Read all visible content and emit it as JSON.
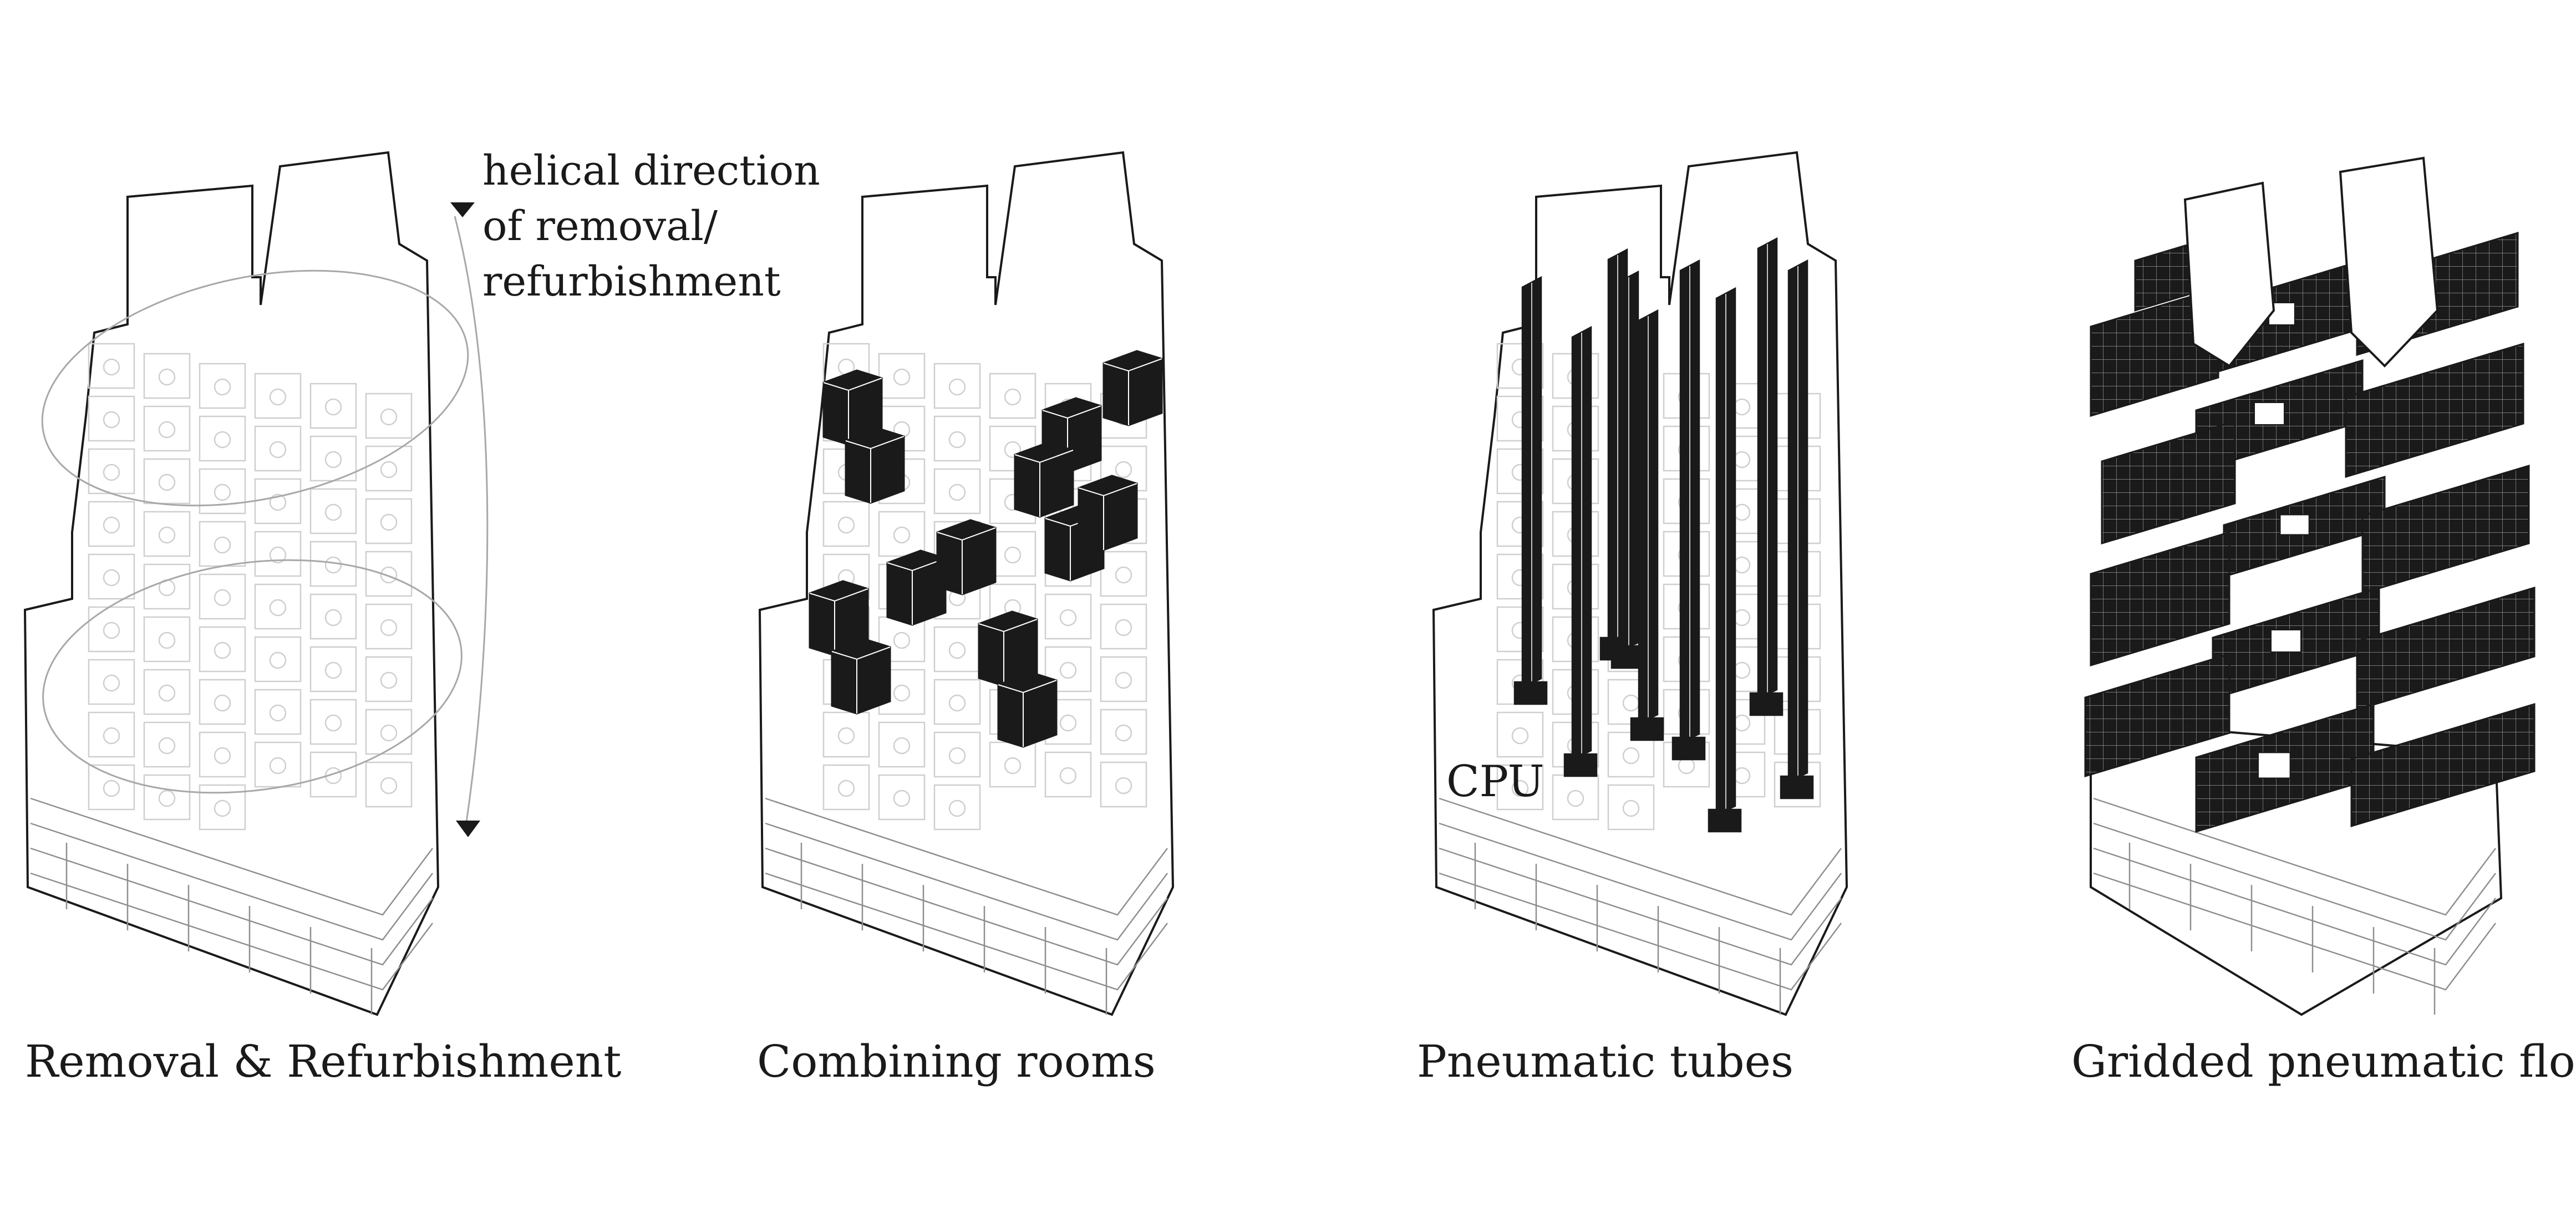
{
  "panels": [
    {
      "id": "removal",
      "caption": "Removal & Refurbishment"
    },
    {
      "id": "combining",
      "caption": "Combining rooms"
    },
    {
      "id": "tubes",
      "caption": "Pneumatic tubes"
    },
    {
      "id": "floors",
      "caption": "Gridded pneumatic floors"
    }
  ],
  "annotation": {
    "lines": [
      "helical direction",
      "of removal/",
      "refurbishment"
    ]
  },
  "cpu_label": "CPU",
  "colors": {
    "ink": "#1a1a1a",
    "fill": "#1a1a1a",
    "light": "#cfcfcf",
    "mid": "#8f8f8f",
    "paper": "#ffffff"
  }
}
